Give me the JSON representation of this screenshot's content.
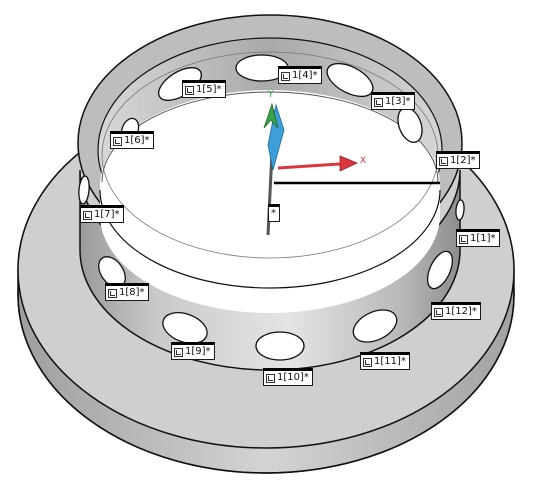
{
  "viewer": {
    "axes": {
      "x_label": "X",
      "y_label": "Y",
      "x_color": "#d9363e",
      "y_color": "#3aa34a",
      "z_color": "#3d9fd8"
    },
    "origin_tag": "*",
    "part_color": "#c8c8c8"
  },
  "holes": [
    {
      "text": "1[1]*"
    },
    {
      "text": "1[2]*"
    },
    {
      "text": "1[3]*"
    },
    {
      "text": "1[4]*"
    },
    {
      "text": "1[5]*"
    },
    {
      "text": "1[6]*"
    },
    {
      "text": "1[7]*"
    },
    {
      "text": "1[8]*"
    },
    {
      "text": "1[9]*"
    },
    {
      "text": "1[10]*"
    },
    {
      "text": "1[11]*"
    },
    {
      "text": "1[12]*"
    }
  ]
}
